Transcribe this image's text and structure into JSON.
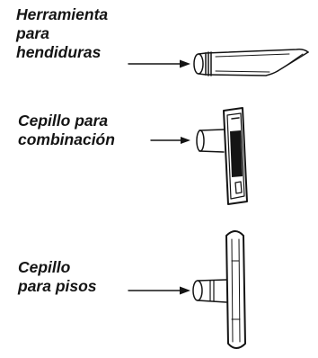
{
  "accessories": [
    {
      "id": "crevice",
      "label_lines": [
        "Herramienta",
        "para",
        "hendiduras"
      ],
      "icon": "crevice-tool-icon"
    },
    {
      "id": "combination",
      "label_lines": [
        "Cepillo para",
        "combinación"
      ],
      "icon": "combination-brush-icon"
    },
    {
      "id": "floor",
      "label_lines": [
        "Cepillo",
        "para pisos"
      ],
      "icon": "floor-brush-icon"
    }
  ],
  "colors": {
    "ink": "#141414",
    "paper": "#ffffff"
  }
}
